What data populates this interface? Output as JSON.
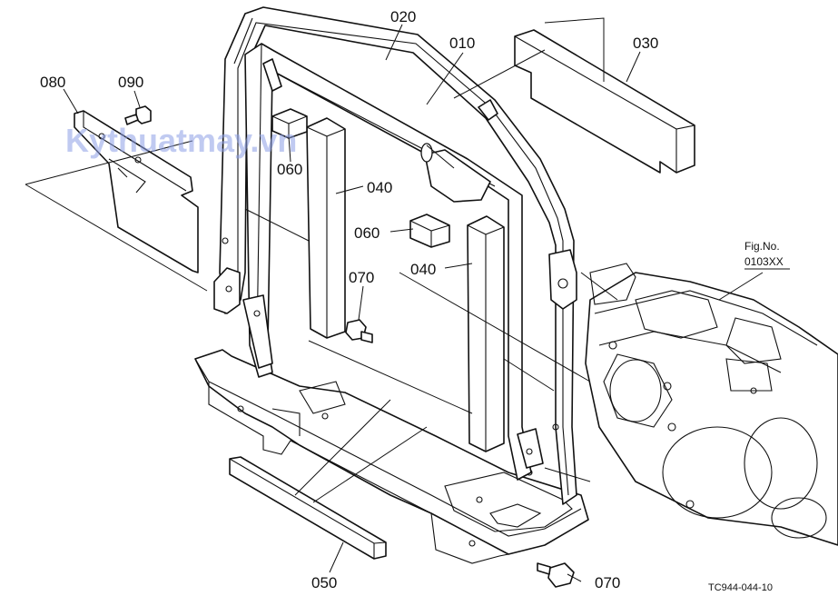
{
  "watermark": "Kythuatmay.vn",
  "figure_ref": {
    "caption": "Fig.No.",
    "number": "0103XX"
  },
  "drawing_code": "TC944-044-10",
  "parts": {
    "p010": "010",
    "p020": "020",
    "p030": "030",
    "p040a": "040",
    "p040b": "040",
    "p050": "050",
    "p060a": "060",
    "p060b": "060",
    "p070a": "070",
    "p070b": "070",
    "p080": "080",
    "p090": "090"
  }
}
